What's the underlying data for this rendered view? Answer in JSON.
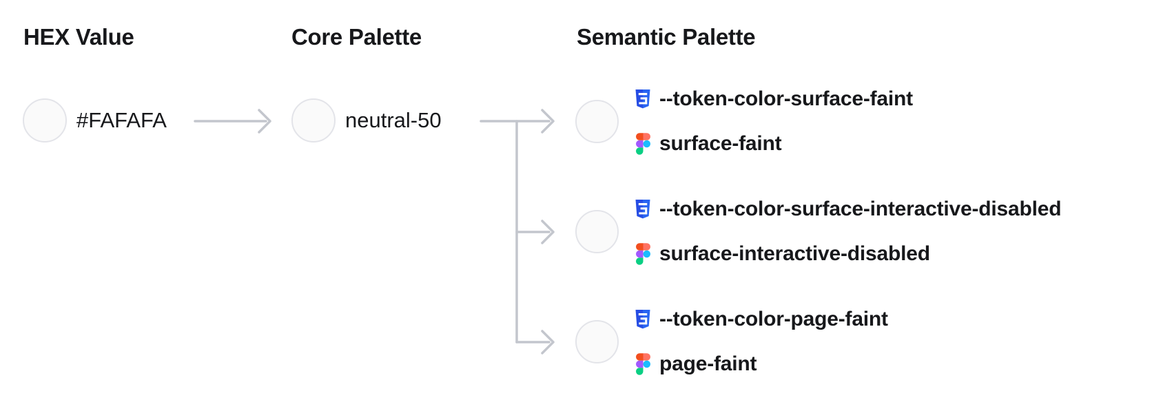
{
  "headers": {
    "hex": "HEX Value",
    "core": "Core Palette",
    "semantic": "Semantic Palette"
  },
  "hex_node": {
    "label": "#FAFAFA",
    "swatch_color": "#FAFAFA"
  },
  "core_node": {
    "label": "neutral-50",
    "swatch_color": "#FAFAFA"
  },
  "semantic_tokens": [
    {
      "css_var": "--token-color-surface-faint",
      "figma_name": "surface-faint",
      "swatch_color": "#FAFAFA"
    },
    {
      "css_var": "--token-color-surface-interactive-disabled",
      "figma_name": "surface-interactive-disabled",
      "swatch_color": "#FAFAFA"
    },
    {
      "css_var": "--token-color-page-faint",
      "figma_name": "page-faint",
      "swatch_color": "#FAFAFA"
    }
  ],
  "icons": {
    "css": "css3-shield-icon",
    "figma": "figma-logo-icon"
  },
  "colors": {
    "text": "#17181B",
    "connector": "#C3C6CD",
    "swatch_fill": "#FAFAFA",
    "swatch_border": "#E3E4E9",
    "css_shield_dark": "#264DE4",
    "css_shield_light": "#2965F1",
    "figma_red": "#F24E1E",
    "figma_salmon": "#FF7262",
    "figma_purple": "#A259FF",
    "figma_blue": "#1ABCFE",
    "figma_green": "#0ACF83"
  }
}
